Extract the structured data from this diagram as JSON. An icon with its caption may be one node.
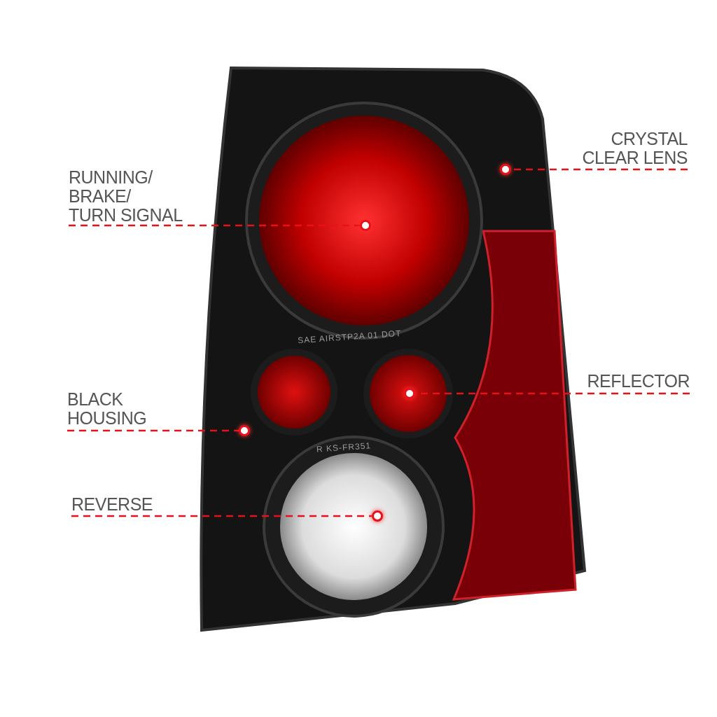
{
  "diagram": {
    "nodes": [
      {
        "text": [
          "CRYSTAL CLEAR LENS"
        ]
      },
      {
        "text": [
          "RUNNING/ BRAKE/ TURN SIGNAL"
        ]
      },
      {
        "text": [
          "REFLECTOR"
        ]
      },
      {
        "text": [
          "BLACK HOUSING"
        ]
      },
      {
        "text": [
          "REVERSE"
        ]
      },
      {
        "text": [],
        "shape": "circle"
      },
      {
        "text": [],
        "shape": "circle"
      },
      {
        "text": [],
        "shape": "circle"
      },
      {
        "text": [],
        "shape": "circle"
      },
      {
        "text": [],
        "shape": "circle"
      }
    ],
    "edges": [
      {
        "from": 0,
        "to": 5,
        "arrow": "none",
        "style": "dashed"
      },
      {
        "from": 1,
        "to": 6,
        "arrow": "none",
        "style": "dashed"
      },
      {
        "from": 2,
        "to": 7,
        "arrow": "none",
        "style": "dashed"
      },
      {
        "from": 3,
        "to": 8,
        "arrow": "none",
        "style": "dashed"
      },
      {
        "from": 4,
        "to": 9,
        "arrow": "none",
        "style": "dashed"
      }
    ],
    "labels": [
      "SAE AIRSTP2A 01 DOT",
      "R KS-FR351"
    ]
  }
}
